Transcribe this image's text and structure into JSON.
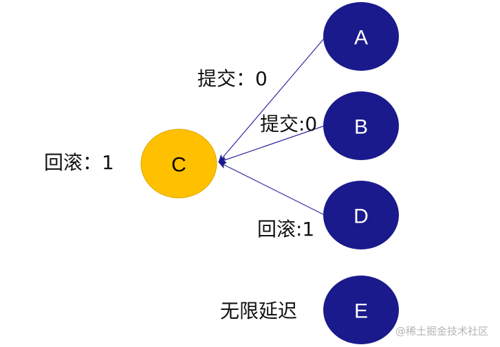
{
  "nodes": {
    "A": {
      "label": "A",
      "fill": "#1a1a8c",
      "text_color": "#ffffff"
    },
    "B": {
      "label": "B",
      "fill": "#1a1a8c",
      "text_color": "#ffffff"
    },
    "C": {
      "label": "C",
      "fill": "#ffc000",
      "text_color": "#000000"
    },
    "D": {
      "label": "D",
      "fill": "#1a1a8c",
      "text_color": "#ffffff"
    },
    "E": {
      "label": "E",
      "fill": "#1a1a8c",
      "text_color": "#ffffff"
    }
  },
  "edges": [
    {
      "from": "A",
      "to": "C",
      "label": "提交：0"
    },
    {
      "from": "B",
      "to": "C",
      "label": "提交:0"
    },
    {
      "from": "D",
      "to": "C",
      "label": "回滚:1"
    }
  ],
  "labels": {
    "c_rollback": "回滚：1",
    "e_status": "无限延迟"
  },
  "edge_color": "#2a2a9e",
  "watermark": "@稀土掘金技术社区"
}
